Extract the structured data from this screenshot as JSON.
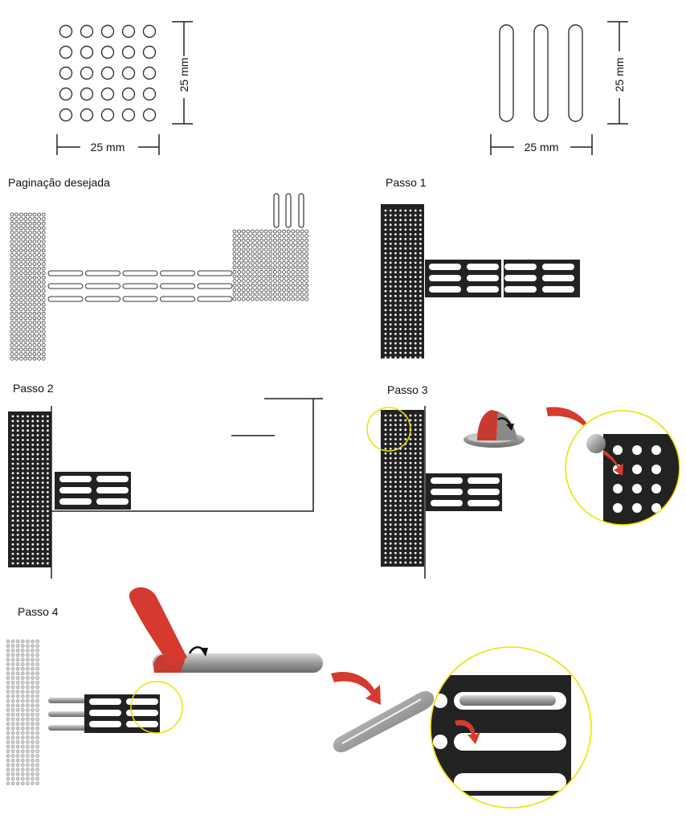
{
  "labels": {
    "dim_dots_height": "25 mm",
    "dim_dots_width": "25 mm",
    "dim_bars_height": "25 mm",
    "dim_bars_width": "25 mm",
    "desired_layout": "Paginação desejada",
    "step1": "Passo 1",
    "step2": "Passo 2",
    "step3": "Passo 3",
    "step4": "Passo 4"
  },
  "colors": {
    "panel": "#222222",
    "hole": "#ffffff",
    "accent_red": "#d63a2f",
    "highlight_yellow": "#f0e000",
    "metal_gray": "#a9a9a9",
    "outline": "#333333"
  },
  "icons": {
    "countersink_tool": "countersink-tool-icon",
    "deburr_tool": "deburr-tool-icon",
    "rotate_arrow": "curved-arrow-icon"
  }
}
